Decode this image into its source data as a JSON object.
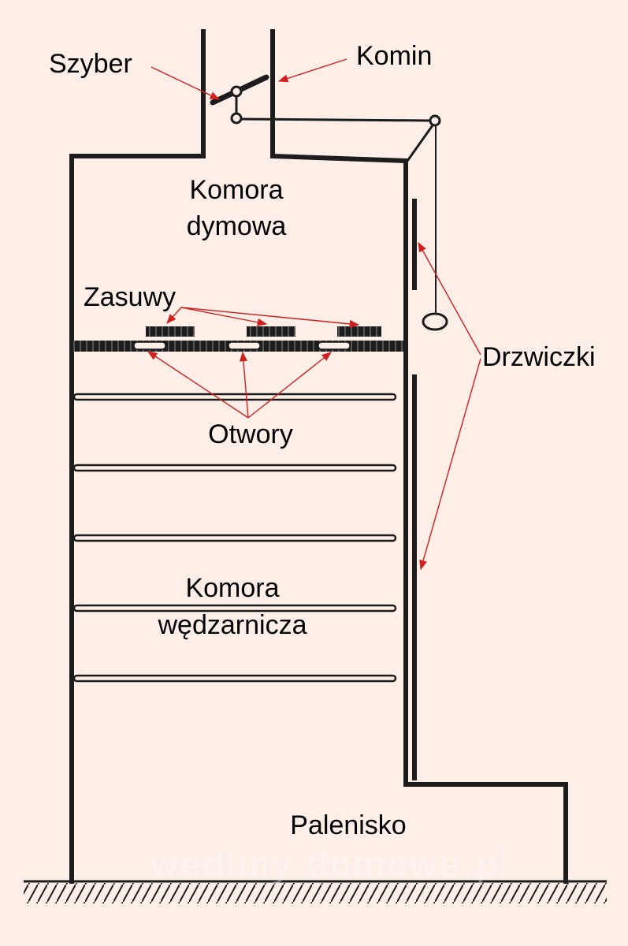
{
  "labels": {
    "szyber": "Szyber",
    "komin": "Komin",
    "komora_dymowa_1": "Komora",
    "komora_dymowa_2": "dymowa",
    "zasuwy": "Zasuwy",
    "drzwiczki": "Drzwiczki",
    "otwory": "Otwory",
    "komora_wedzarnicza_1": "Komora",
    "komora_wedzarnicza_2": "wędzarnicza",
    "palenisko": "Palenisko"
  },
  "watermark": "wedliny domowe.pl",
  "colors": {
    "background": "#fdeee7",
    "lines": "#1c1c1c",
    "arrows": "#d02020"
  }
}
